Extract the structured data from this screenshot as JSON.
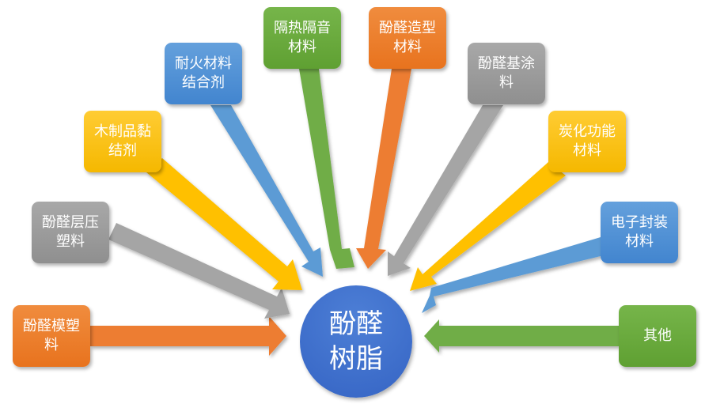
{
  "hub": {
    "label_line1": "酚醛",
    "label_line2": "树脂",
    "color": "#3d6fcb"
  },
  "nodes": [
    {
      "id": "molding",
      "label": "酚醛模塑料",
      "color": "#ed7d31"
    },
    {
      "id": "laminate",
      "label": "酚醛层压塑料",
      "color": "#a5a5a5"
    },
    {
      "id": "wood-adhesive",
      "label": "木制品黏结剂",
      "color": "#ffc000"
    },
    {
      "id": "refractory-binder",
      "label": "耐火材料结合剂",
      "color": "#5b9bd5"
    },
    {
      "id": "insulation",
      "label": "隔热隔音材料",
      "color": "#70ad47"
    },
    {
      "id": "shaping",
      "label": "酚醛造型材料",
      "color": "#ed7d31"
    },
    {
      "id": "coating",
      "label": "酚醛基涂料",
      "color": "#a5a5a5"
    },
    {
      "id": "carbonized",
      "label": "炭化功能材料",
      "color": "#ffc000"
    },
    {
      "id": "electronic-packaging",
      "label": "电子封装材料",
      "color": "#5b9bd5"
    },
    {
      "id": "other",
      "label": "其他",
      "color": "#70ad47"
    }
  ]
}
